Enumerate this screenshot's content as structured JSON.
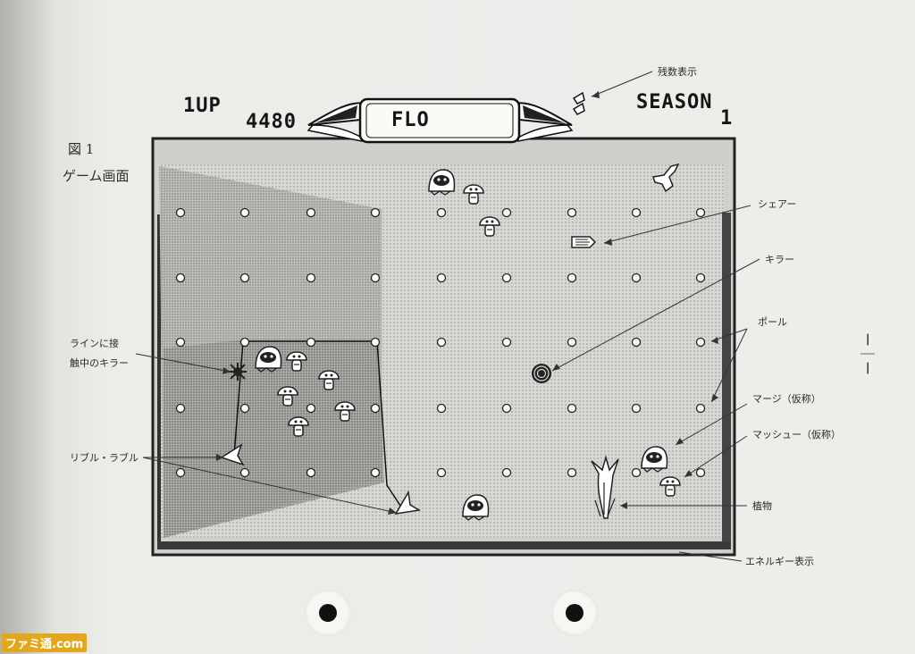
{
  "hud": {
    "player_label": "1UP",
    "score": "4480",
    "title": "FLO",
    "season_label": "SEASON",
    "season_number": "1",
    "lives_remaining": 2
  },
  "notes": {
    "figure": "図 1",
    "figure_caption": "ゲーム画面",
    "remaining_lives": "残数表示",
    "sheer": "シェアー",
    "killer": "キラー",
    "pole": "ポール",
    "marge": "マージ（仮称）",
    "mash": "マッシュー（仮称）",
    "plant": "植物",
    "energy": "エネルギー表示",
    "line_contact_1": "ラインに接",
    "line_contact_2": "触中のキラー",
    "rible_rabble": "リブル・ラブル",
    "margin_mark": "ー｜ー"
  },
  "site_logo": "ファミ通.com",
  "colors": {
    "ink": "#151515",
    "paper": "#ececea",
    "playfield": "#dcdcd8",
    "shaded_area": "#b9b9b5",
    "logo": "#e2a81c"
  }
}
